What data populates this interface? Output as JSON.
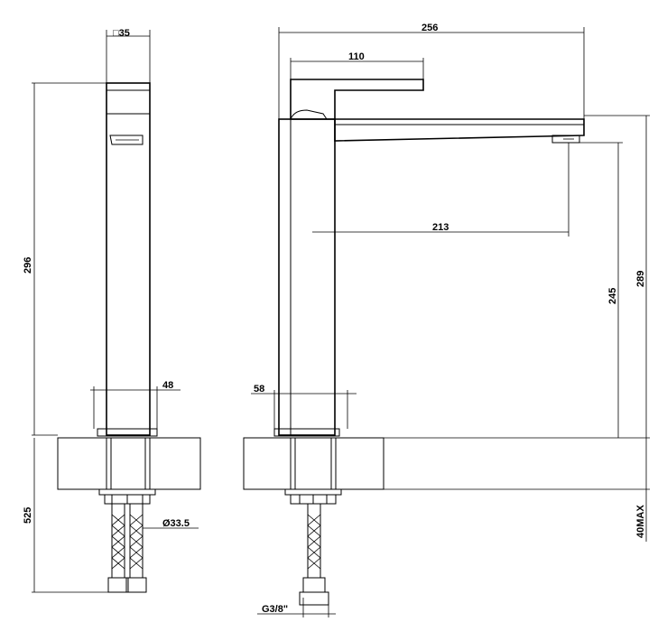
{
  "dimensions": {
    "square": "□35",
    "height_total": "296",
    "depth": "525",
    "base_front": "48",
    "base_side": "58",
    "pipe_diameter": "Ø33.5",
    "length": "256",
    "handle_length": "110",
    "reach": "213",
    "outlet_height": "245",
    "spout_height": "289",
    "thickness_max": "40MAX",
    "connection": "G3/8\""
  }
}
